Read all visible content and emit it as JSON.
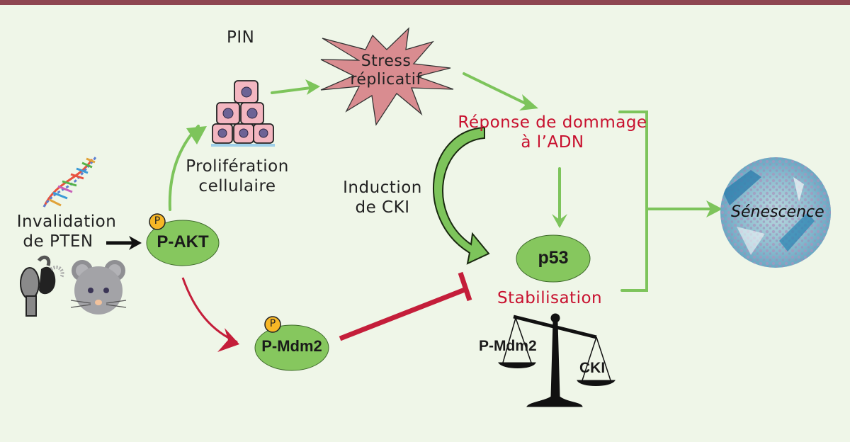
{
  "diagram": {
    "title": "PTEN loss senescence pathway",
    "colors": {
      "header_bar": "#8e4651",
      "background": "#eff6e8",
      "activation_arrow": "#7dc45b",
      "inhibition_arrow": "#c41e3a",
      "node_fill": "#86c75e",
      "phospho_badge": "#f7b726",
      "stress_fill": "#d98c90",
      "red_text": "#c8102e"
    },
    "labels": {
      "pin": "PIN",
      "stress_line1": "Stress",
      "stress_line2": "réplicatif",
      "dna_damage_line1": "Réponse de dommage",
      "dna_damage_line2": "à l’ADN",
      "proliferation_line1": "Prolifération",
      "proliferation_line2": "cellulaire",
      "invalidation_line1": "Invalidation",
      "invalidation_line2": "de PTEN",
      "cki_induction_line1": "Induction",
      "cki_induction_line2": "de CKI",
      "stabilisation": "Stabilisation",
      "senescence": "Sénescence",
      "scale_left": "P-Mdm2",
      "scale_right": "CKI"
    },
    "nodes": {
      "akt": "P-AKT",
      "mdm2": "P-Mdm2",
      "p53": "p53",
      "phospho": "P"
    },
    "icons": [
      "dna-helix-icon",
      "prostate-icon",
      "mouse-icon",
      "cell-stack-icon",
      "stress-burst-icon",
      "balance-scale-icon",
      "senescent-tissue-icon"
    ]
  }
}
